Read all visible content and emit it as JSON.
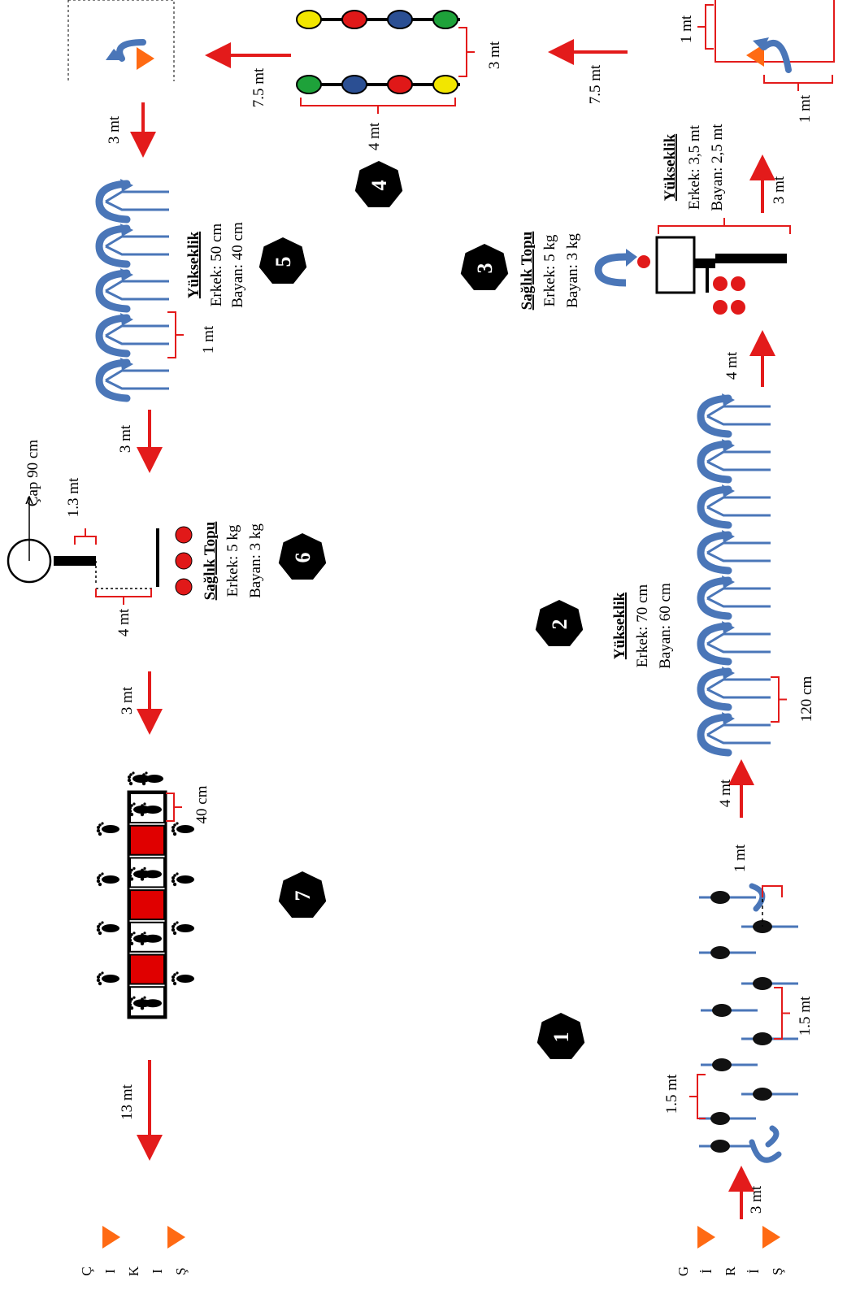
{
  "stations": {
    "s1": {
      "number": "1",
      "spacing_a": "1.5 mt",
      "spacing_b": "1.5 mt",
      "spacing_c": "1 mt",
      "start_gap": "3 mt",
      "exit_gap": "4 mt"
    },
    "s2": {
      "number": "2",
      "heading": "Yükseklik",
      "male": "Erkek: 70 cm",
      "female": "Bayan: 60 cm",
      "spacing": "120 cm",
      "exit_gap": "4 mt"
    },
    "s3": {
      "number": "3",
      "heading": "Sağlık Topu",
      "male": "Erkek: 5 kg",
      "female": "Bayan: 3 kg",
      "height_heading": "Yükseklik",
      "height_male": "Erkek: 3,5 mt",
      "height_female": "Bayan: 2,5 mt",
      "exit_gap": "3 mt"
    },
    "turn_box": {
      "side_a": "1 mt",
      "side_b": "1 mt",
      "run": "7.5 mt"
    },
    "s4": {
      "number": "4",
      "width": "4 mt",
      "depth": "3 mt",
      "run": "7.5 mt"
    },
    "s5": {
      "number": "5",
      "heading": "Yükseklik",
      "male": "Erkek: 50 cm",
      "female": "Bayan: 40 cm",
      "spacing": "1 mt",
      "entry_gap": "3 mt",
      "exit_gap": "3 mt"
    },
    "s6": {
      "number": "6",
      "heading": "Sağlık Topu",
      "male": "Erkek: 5 kg",
      "female": "Bayan: 3 kg",
      "hoop_height": "1.3 mt",
      "hoop_diameter": "Çap 90 cm",
      "throw_distance": "4 mt",
      "exit_gap": "3 mt"
    },
    "s7": {
      "number": "7",
      "cell_size": "40 cm",
      "exit_gap": "13 mt"
    }
  },
  "entry_letters": [
    "G",
    "İ",
    "R",
    "İ",
    "Ş"
  ],
  "exit_letters": [
    "Ç",
    "I",
    "K",
    "I",
    "Ş"
  ],
  "colors": {
    "arrow": "#e31b1b",
    "cone": "#ff6a13",
    "hurdle": "#4a76b8",
    "ball": "#e11919",
    "badge": "#000000",
    "rope_yellow": "#f2e600",
    "rope_red": "#e01818",
    "rope_blue": "#2b4f93",
    "rope_green": "#1ea23a"
  }
}
